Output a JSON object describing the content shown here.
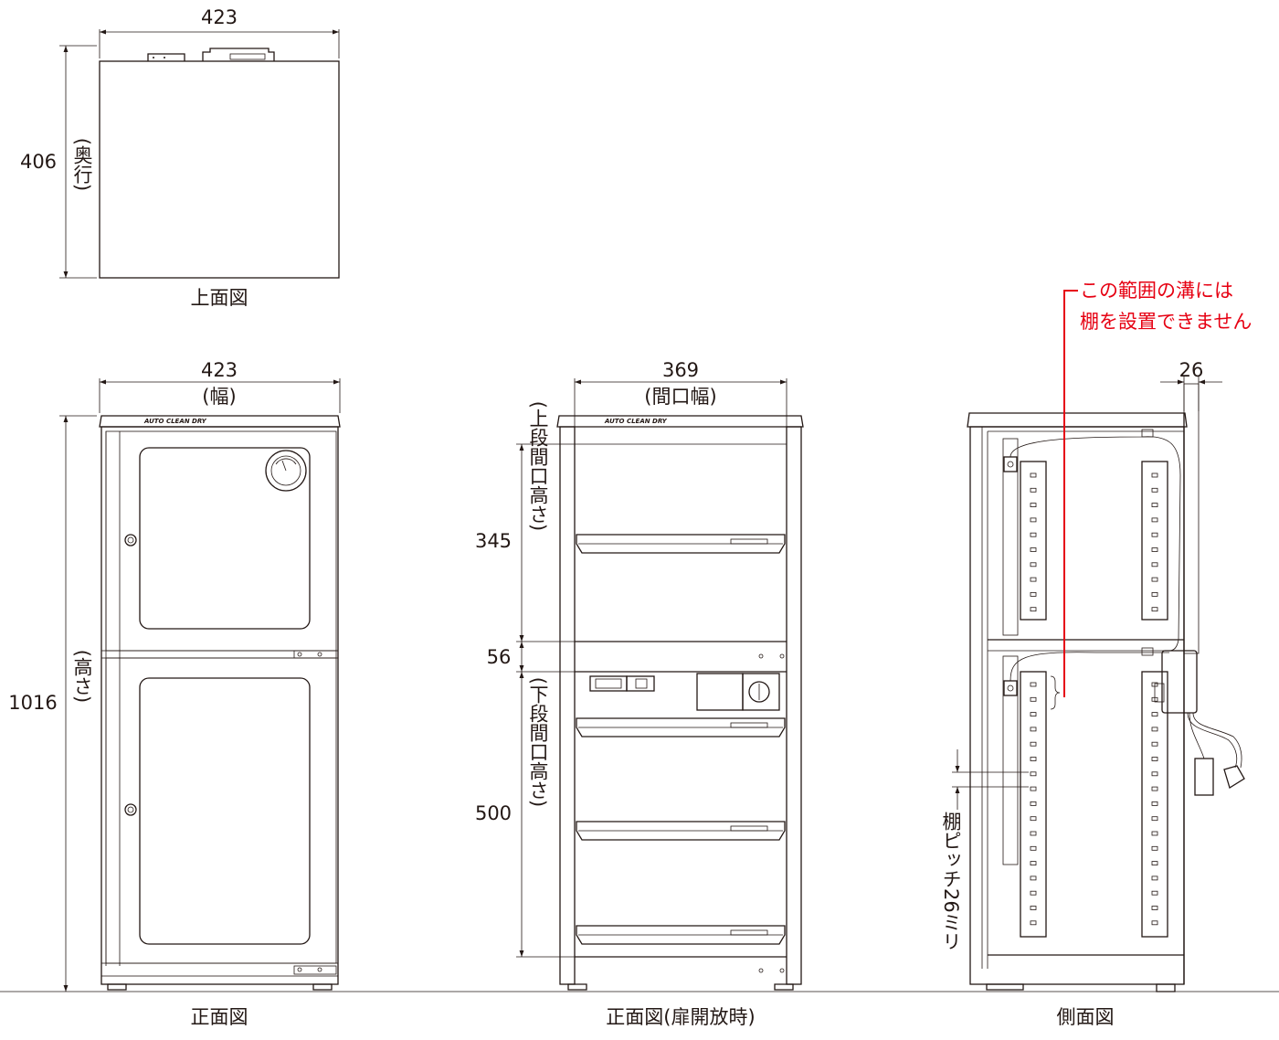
{
  "top_view": {
    "width_dim": "423",
    "depth_dim": "406",
    "depth_label": "(奥行)",
    "caption": "上面図"
  },
  "front_view": {
    "width_dim": "423",
    "width_label": "(幅)",
    "height_dim": "1016",
    "height_label": "(高さ)",
    "caption": "正面図",
    "logo": "AUTO CLEAN DRY"
  },
  "open_view": {
    "width_dim": "369",
    "width_label": "(間口幅)",
    "upper_dim": "345",
    "upper_label": "(上段間口高さ)",
    "mid_dim": "56",
    "lower_dim": "500",
    "lower_label": "(下段間口高さ)",
    "caption": "正面図(扉開放時)",
    "logo": "AUTO CLEAN DRY"
  },
  "side_view": {
    "depth_dim": "26",
    "note_line1": "この範囲の溝には",
    "note_line2": "棚を設置できません",
    "pitch_label": "棚ピッチ26ミリ",
    "caption": "側面図"
  },
  "colors": {
    "line": "#231815",
    "note": "#e60012"
  }
}
